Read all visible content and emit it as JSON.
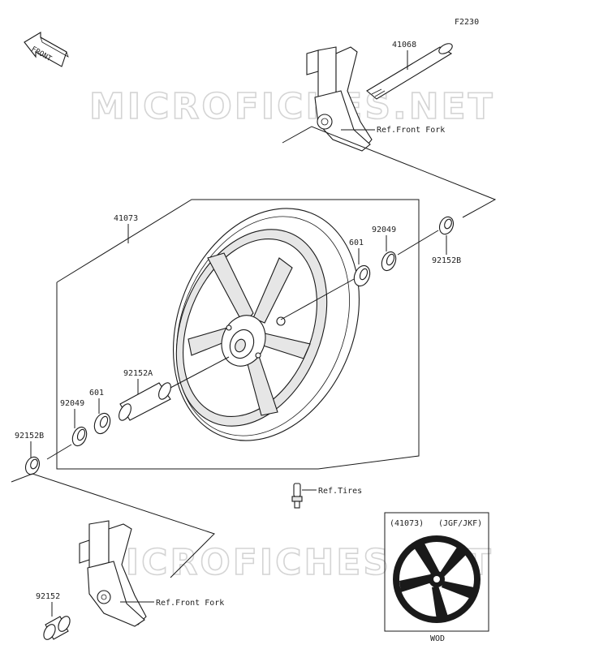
{
  "figure_code": "F2230",
  "watermark": "MICROFICHES.NET",
  "front_arrow_label": "FRONT",
  "parts": {
    "axle": "41068",
    "wheel": "41073",
    "bearing_right": "601",
    "seal_right": "92049",
    "collar_right": "92152B",
    "spacer": "92152A",
    "bearing_left": "601",
    "seal_left": "92049",
    "collar_left": "92152B",
    "collar_bottom": "92152"
  },
  "refs": {
    "front_fork_top": "Ref.Front Fork",
    "tires": "Ref.Tires",
    "front_fork_bottom": "Ref.Front Fork"
  },
  "inset": {
    "part_number": "(41073)",
    "variant": "(JGF/JKF)",
    "caption": "WOD"
  }
}
